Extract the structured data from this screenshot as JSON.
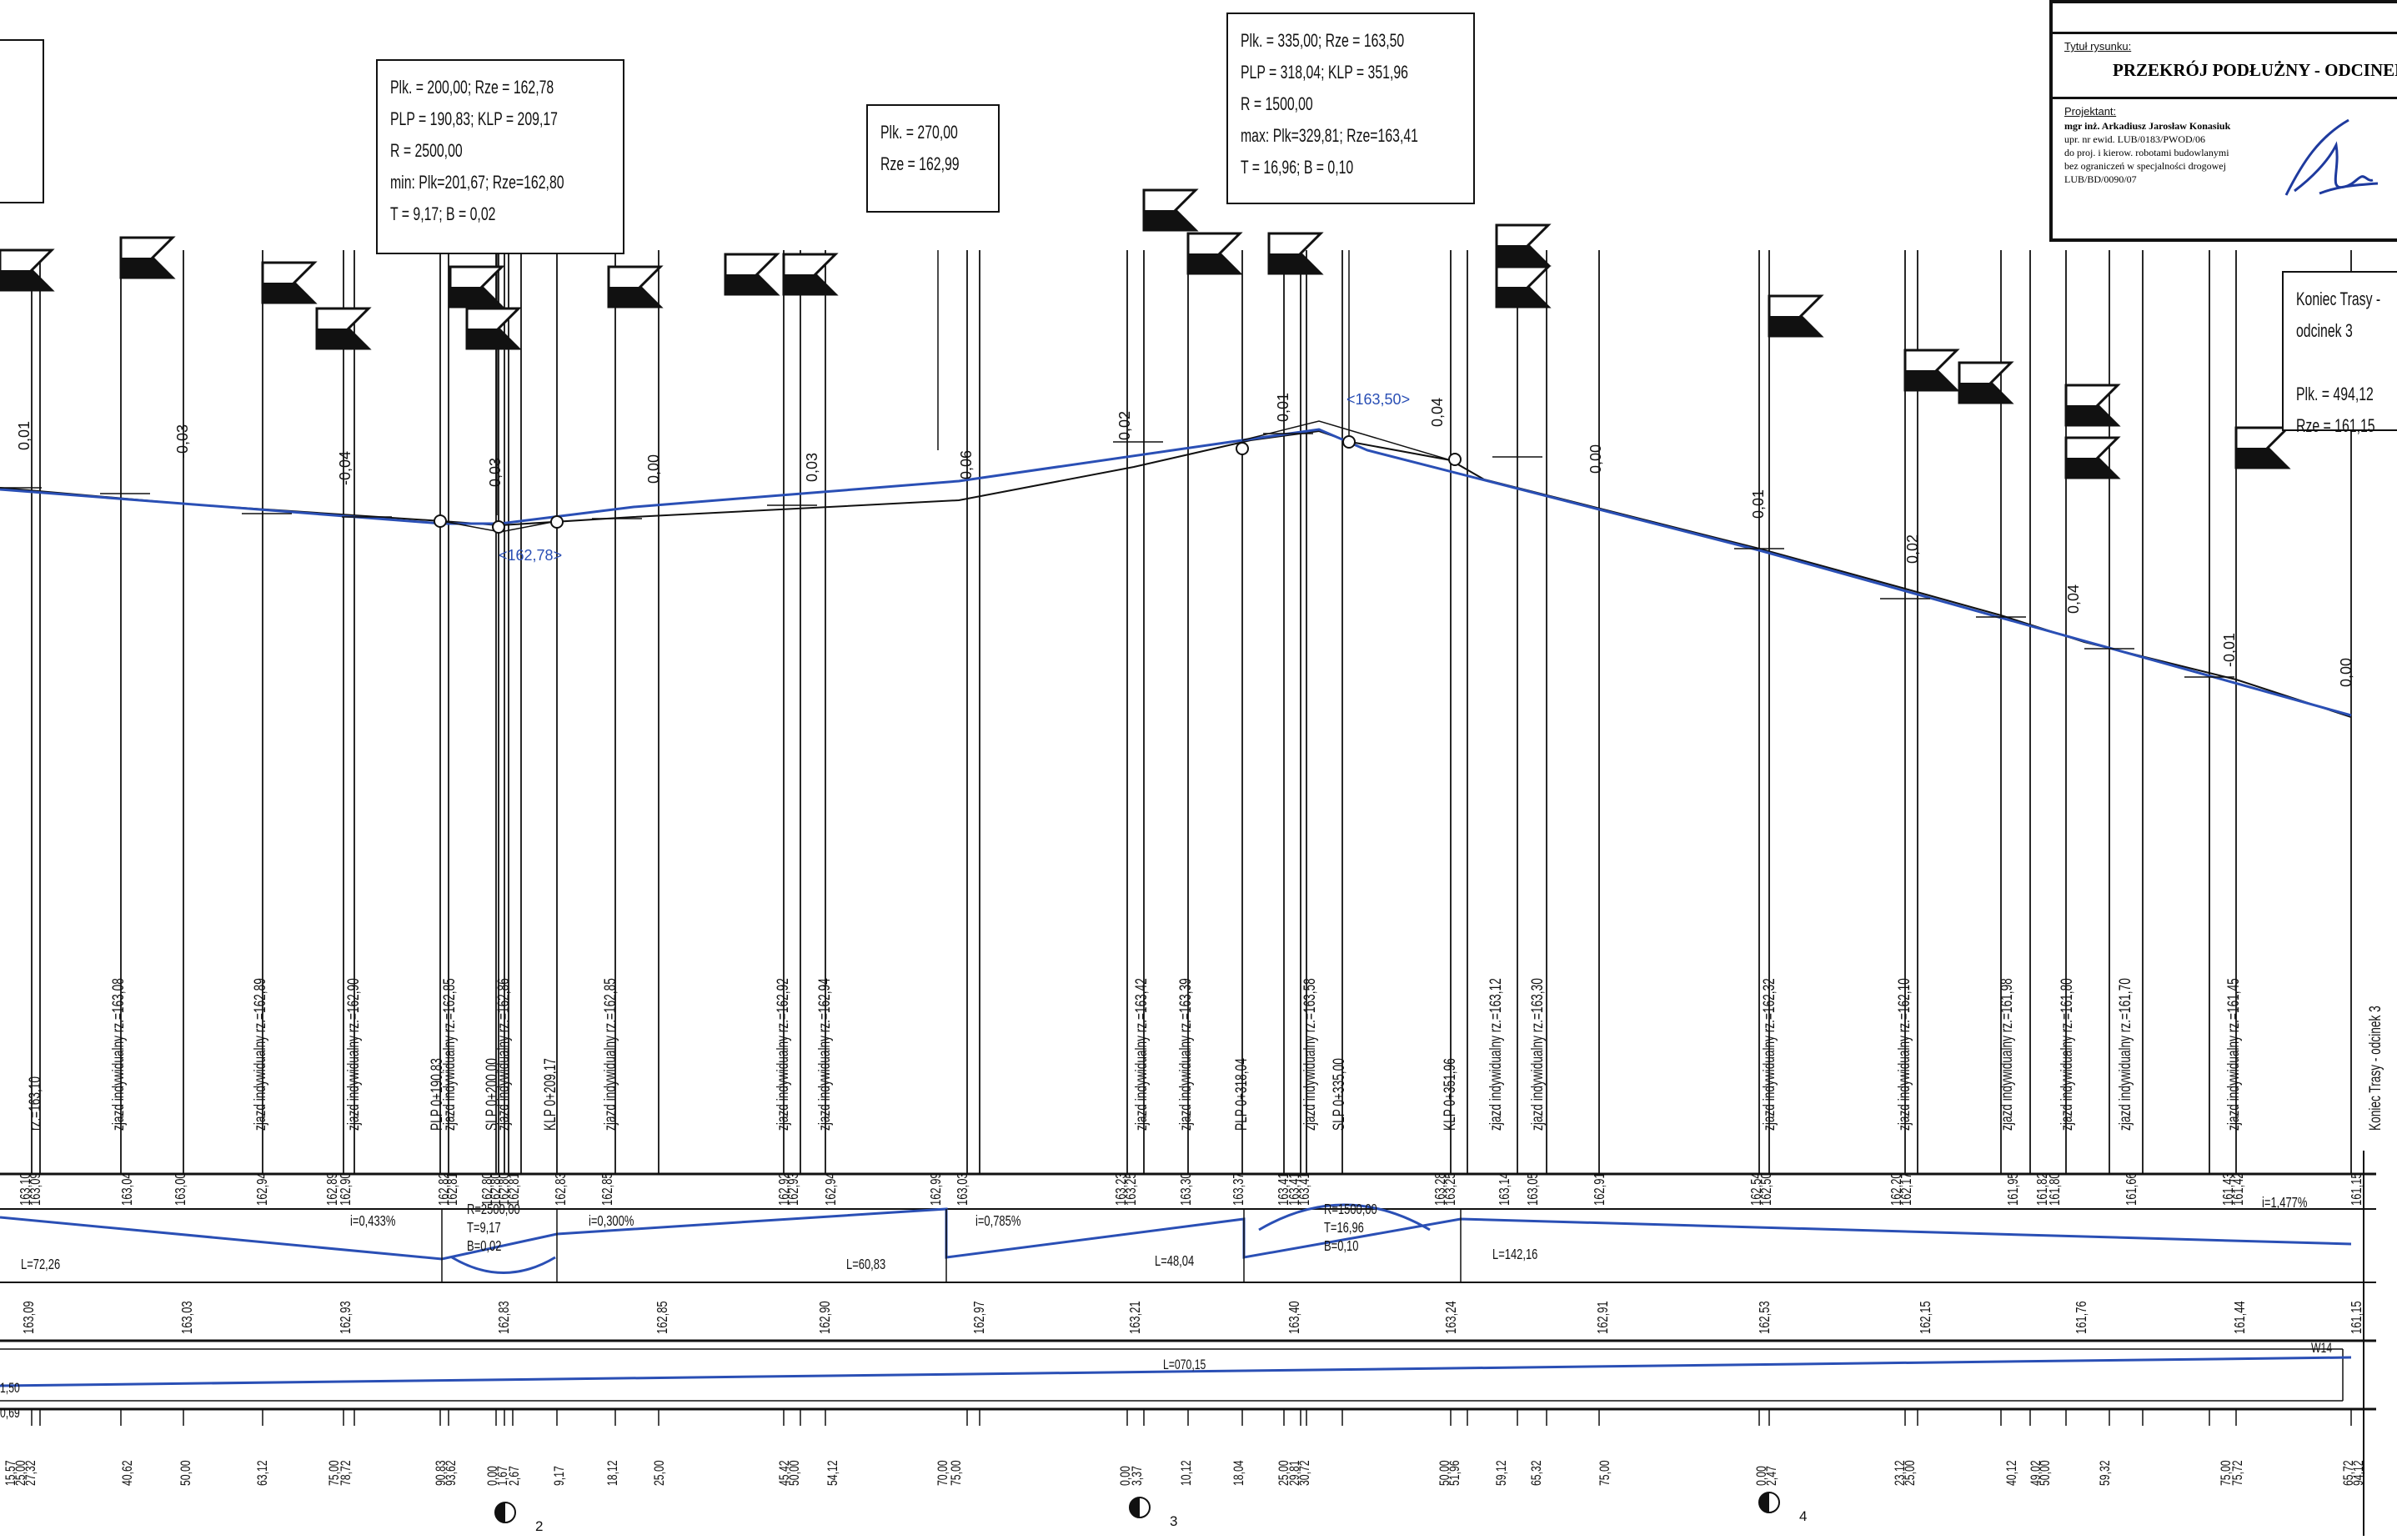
{
  "title_block": {
    "title_label": "Tytuł rysunku:",
    "title": "PRZEKRÓJ PODŁUŻNY - ODCINEK N",
    "designer_label": "Projektant:",
    "designer_lines": [
      "mgr inż. Arkadiusz Jarosław Konasiuk",
      "upr. nr ewid. LUB/0183/PWOD/06",
      "do proj. i kierow. robotami budowlanymi",
      "bez ograniczeń w specjalności drogowej",
      "LUB/BD/0090/07"
    ]
  },
  "callouts": [
    {
      "lines": [
        "Plk. = 200,00; Rze = 162,78",
        "PLP = 190,83; KLP = 209,17",
        "R = 2500,00",
        "min: Plk=201,67; Rze=162,80",
        "T = 9,17; B = 0,02"
      ]
    },
    {
      "lines": [
        "Plk. = 270,00",
        "Rze = 162,99"
      ]
    },
    {
      "lines": [
        "Plk. = 335,00; Rze = 163,50",
        "PLP = 318,04; KLP = 351,96",
        "R = 1500,00",
        "max: Plk=329,81; Rze=163,41",
        "T = 16,96; B = 0,10"
      ]
    },
    {
      "lines": [
        "Koniec Trasy -",
        "odcinek 3",
        "",
        "Plk. = 494,12",
        "Rze = 161,15"
      ]
    }
  ],
  "profile_labels": [
    "<162,78>",
    "<163,50>"
  ],
  "diffs": [
    "0,01",
    "-0,03",
    "-0,04",
    "-0,03",
    "0,00",
    "0,03",
    "0,06",
    "0,02",
    "0,01",
    "0,04",
    "0,00",
    "0,01",
    "0,02",
    "0,04",
    "-0,01",
    "0,00"
  ],
  "vertical_labels": [
    "rz.=163,10",
    "zjazd indywidualny rz.=163,08",
    "zjazd indywidualny rz.=162,89",
    "zjazd indywidualny rz.=162,90",
    "PLP 0+190,83",
    "zjazd indywidualny rz.=162,85",
    "SLP 0+200,00",
    "zjazd indywidualny rz.=162,86",
    "KLP 0+209,17",
    "zjazd indywidualny rz.=162,85",
    "zjazd indywidualny rz.=162,92",
    "zjazd indywidualny rz.=162,94",
    "zjazd indywidualny rz.=163,42",
    "zjazd indywidualny rz.=163,39",
    "PLP 0+318,04",
    "zjazd indywidualny rz.=163,58",
    "SLP 0+335,00",
    "KLP 0+351,96",
    "zjazd indywidualny rz.=163,12",
    "zjazd indywidualny rz.=163,30",
    "zjazd indywidualny rz.=162,32",
    "zjazd indywidualny rz.=162,10",
    "zjazd indywidualny rz.=161,98",
    "zjazd indywidualny rz.=161,80",
    "zjazd indywidualny rz.=161,70",
    "zjazd indywidualny rz.=161,45",
    "Koniec Trasy - odcinek 3"
  ],
  "terrain_row": [
    "163,10",
    "163,09",
    "163,04",
    "163,00",
    "162,94",
    "162,89",
    "162,90",
    "162,82",
    "162,81",
    "162,80",
    "162,80",
    "162,80",
    "162,81",
    "162,83",
    "162,85",
    "162,92",
    "162,93",
    "162,94",
    "162,99",
    "163,03",
    "163,23",
    "163,25",
    "163,30",
    "163,37",
    "163,41",
    "163,41",
    "163,41",
    "163,28",
    "163,25",
    "163,14",
    "163,05",
    "162,91",
    "162,54",
    "162,50",
    "162,20",
    "162,17",
    "161,95",
    "161,82",
    "161,80",
    "161,66",
    "161,43",
    "161,42",
    "161,15"
  ],
  "grade_row": {
    "segments": [
      "i=0,433%",
      "i=0,300%",
      "i=0,785%",
      "i=1,477%"
    ],
    "lengths": [
      "L=72,26",
      "L=60,83",
      "L=48,04",
      "L=142,16"
    ],
    "curves": [
      {
        "lines": [
          "R=2500,00",
          "T=9,17",
          "B=0,02"
        ]
      },
      {
        "lines": [
          "R=1500,00",
          "T=16,96",
          "B=0,10"
        ]
      }
    ]
  },
  "design_row": [
    "163,09",
    "163,03",
    "162,93",
    "162,83",
    "162,85",
    "162,90",
    "162,97",
    "163,21",
    "163,40",
    "163,24",
    "162,91",
    "162,53",
    "162,15",
    "161,76",
    "161,44",
    "161,15"
  ],
  "plan_row": {
    "left_values": [
      "1,50",
      "0,69"
    ],
    "length": "L=070,15",
    "mark": "W14"
  },
  "km_row": [
    "15,57",
    "25,00",
    "27,32",
    "40,62",
    "50,00",
    "63,12",
    "75,00",
    "78,72",
    "90,83",
    "93,62",
    "0,00",
    "1,67",
    "2,67",
    "9,17",
    "18,12",
    "25,00",
    "45,42",
    "50,00",
    "54,12",
    "70,00",
    "75,00",
    "0,00",
    "3,37",
    "10,12",
    "18,04",
    "25,00",
    "29,81",
    "30,72",
    "50,00",
    "51,96",
    "59,12",
    "65,32",
    "75,00",
    "0,00",
    "2,47",
    "23,12",
    "25,00",
    "40,12",
    "49,02",
    "50,00",
    "59,32",
    "75,00",
    "75,72",
    "65,72",
    "94,12"
  ],
  "hectometers": [
    "2",
    "3",
    "4"
  ]
}
